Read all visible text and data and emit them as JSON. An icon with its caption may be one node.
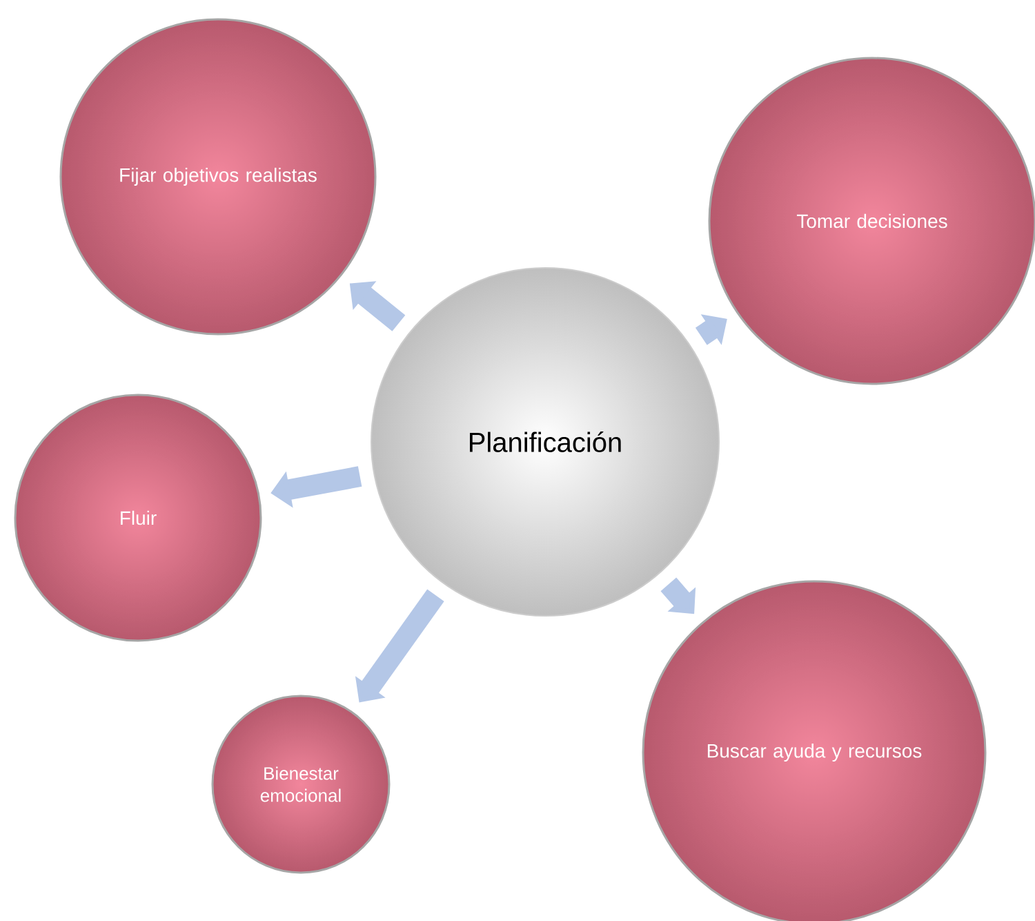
{
  "diagram": {
    "nodes": [
      {
        "text": [
          "Planificación"
        ]
      },
      {
        "text": [
          "Fijar objetivos realistas"
        ]
      },
      {
        "text": [
          "Tomar decisiones"
        ]
      },
      {
        "text": [
          "Fluir"
        ]
      },
      {
        "text": [
          "Bienestar emocional"
        ]
      },
      {
        "text": [
          "Buscar ayuda y recursos"
        ]
      }
    ],
    "edges": [
      {
        "from": 0,
        "to": 1,
        "arrow": "to"
      },
      {
        "from": 0,
        "to": 2,
        "arrow": "to"
      },
      {
        "from": 0,
        "to": 3,
        "arrow": "to"
      },
      {
        "from": 0,
        "to": 4,
        "arrow": "to"
      },
      {
        "from": 0,
        "to": 5,
        "arrow": "to"
      }
    ]
  }
}
